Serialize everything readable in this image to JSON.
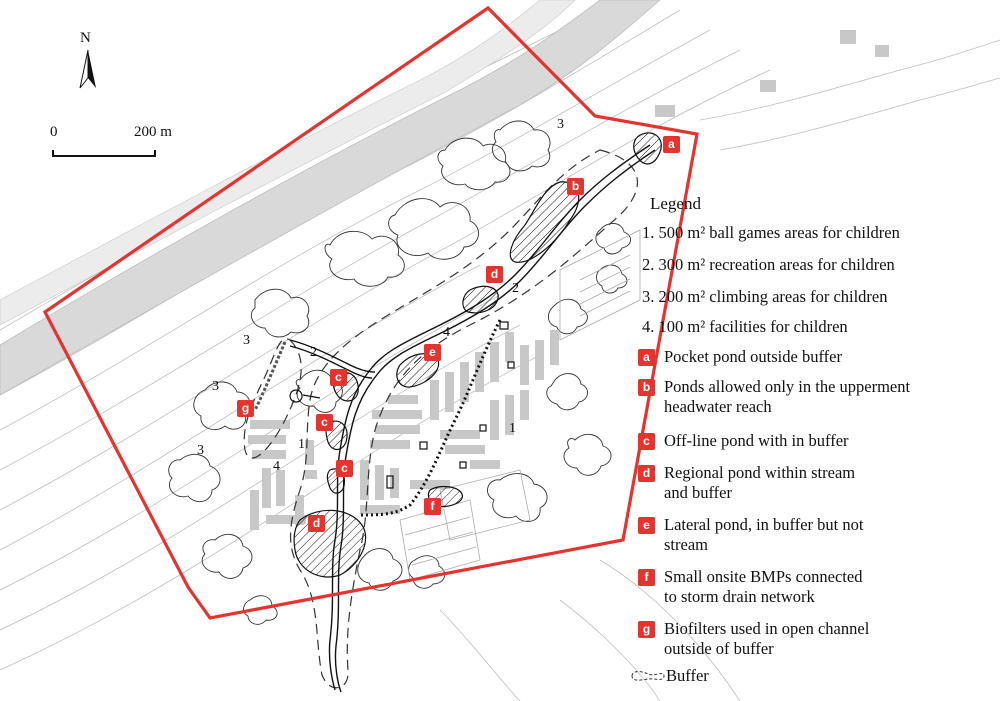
{
  "north": "N",
  "scale": {
    "zero": "0",
    "max": "200 m"
  },
  "legend": {
    "title": "Legend",
    "numbered": [
      "1. 500 m² ball games areas for children",
      "2. 300 m² recreation areas for children",
      "3. 200 m² climbing areas for children",
      "4. 100 m² facilities for children"
    ],
    "lettered": [
      {
        "letter": "a",
        "text": "Pocket pond outside buffer"
      },
      {
        "letter": "b",
        "text": "Ponds allowed only in the upperment\nheadwater reach"
      },
      {
        "letter": "c",
        "text": "Off-line pond with in buffer"
      },
      {
        "letter": "d",
        "text": "Regional pond within stream\nand buffer"
      },
      {
        "letter": "e",
        "text": "Lateral pond, in buffer but not\nstream"
      },
      {
        "letter": "f",
        "text": "Small onsite BMPs connected\nto storm drain network"
      },
      {
        "letter": "g",
        "text": "Biofilters used in open channel\noutside of buffer"
      }
    ],
    "buffer": "Buffer"
  },
  "map_labels": {
    "area_numbers": [
      "3",
      "2",
      "4",
      "3",
      "2",
      "3",
      "3",
      "1",
      "4",
      "1"
    ],
    "badges": [
      "a",
      "b",
      "d",
      "e",
      "c",
      "c",
      "g",
      "c",
      "f",
      "d"
    ]
  },
  "colors": {
    "boundary": "#e3342f",
    "badge": "#e3342f",
    "building": "#c8c8c8",
    "contour": "#bdbdbd",
    "ink": "#111111"
  }
}
